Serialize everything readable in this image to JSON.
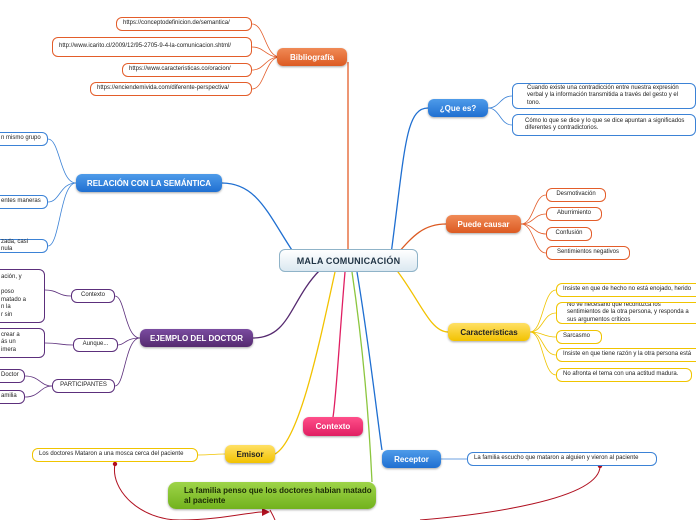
{
  "central": "MALA COMUNICACIÓN",
  "bibliografia": {
    "label": "Bibliografía",
    "items": [
      "https://conceptodefinicion.de/semantica/",
      "http://www.icarito.cl/2009/12/95-2705-9-4-la-comunicacion.shtml/",
      "https://www.caracteristicas.co/oracion/",
      "https://enciendemivida.com/diferente-perspectiva/"
    ]
  },
  "que_es": {
    "label": "¿Que es?",
    "items": [
      "Cuando existe una contradicción entre nuestra expresión verbal y la información transmitida a través del gesto y el tono.",
      "Cómo lo que se dice y lo que se dice apuntan a significados diferentes y contradictorios."
    ]
  },
  "puede_causar": {
    "label": "Puede causar",
    "items": [
      "Desmotivación",
      "Aburrimiento",
      "Confusión",
      "Sentimientos negativos"
    ]
  },
  "caracteristicas": {
    "label": "Características",
    "items": [
      "Insiste en que de hecho no está enojado, herido",
      "No ve necesario que reconozca los sentimientos de la otra persona, y responda a sus argumentos críticos",
      "Sarcasmo",
      "Insiste en que tiene razón y la otra persona está",
      "No afronta el tema con una actitud madura."
    ]
  },
  "relacion": {
    "label": "RELACIÓN CON LA SEMÁNTICA",
    "items": [
      "n mismo grupo",
      "entes maneras",
      "zada, casi nula"
    ]
  },
  "ejemplo": {
    "label": "EJEMPLO DEL DOCTOR",
    "contexto": {
      "label": "Contexto",
      "text": "ación, y\n\nposo\nmatado a\nn la\nr sin"
    },
    "aunque": {
      "label": "Aunque...",
      "text": "crear a\nás un\nimera"
    },
    "participantes": {
      "label": "PARTICIPANTES",
      "items": [
        "Doctor",
        "amilia"
      ]
    }
  },
  "contexto_node": "Contexto",
  "emisor": {
    "label": "Emisor",
    "item": "Los doctores Mataron a una mosca cerca del paciente"
  },
  "receptor": {
    "label": "Receptor",
    "item": "La familia escucho que mataron a alguien y vieron al paciente"
  },
  "familia": "La familia penso que los doctores habian matado al paciente"
}
